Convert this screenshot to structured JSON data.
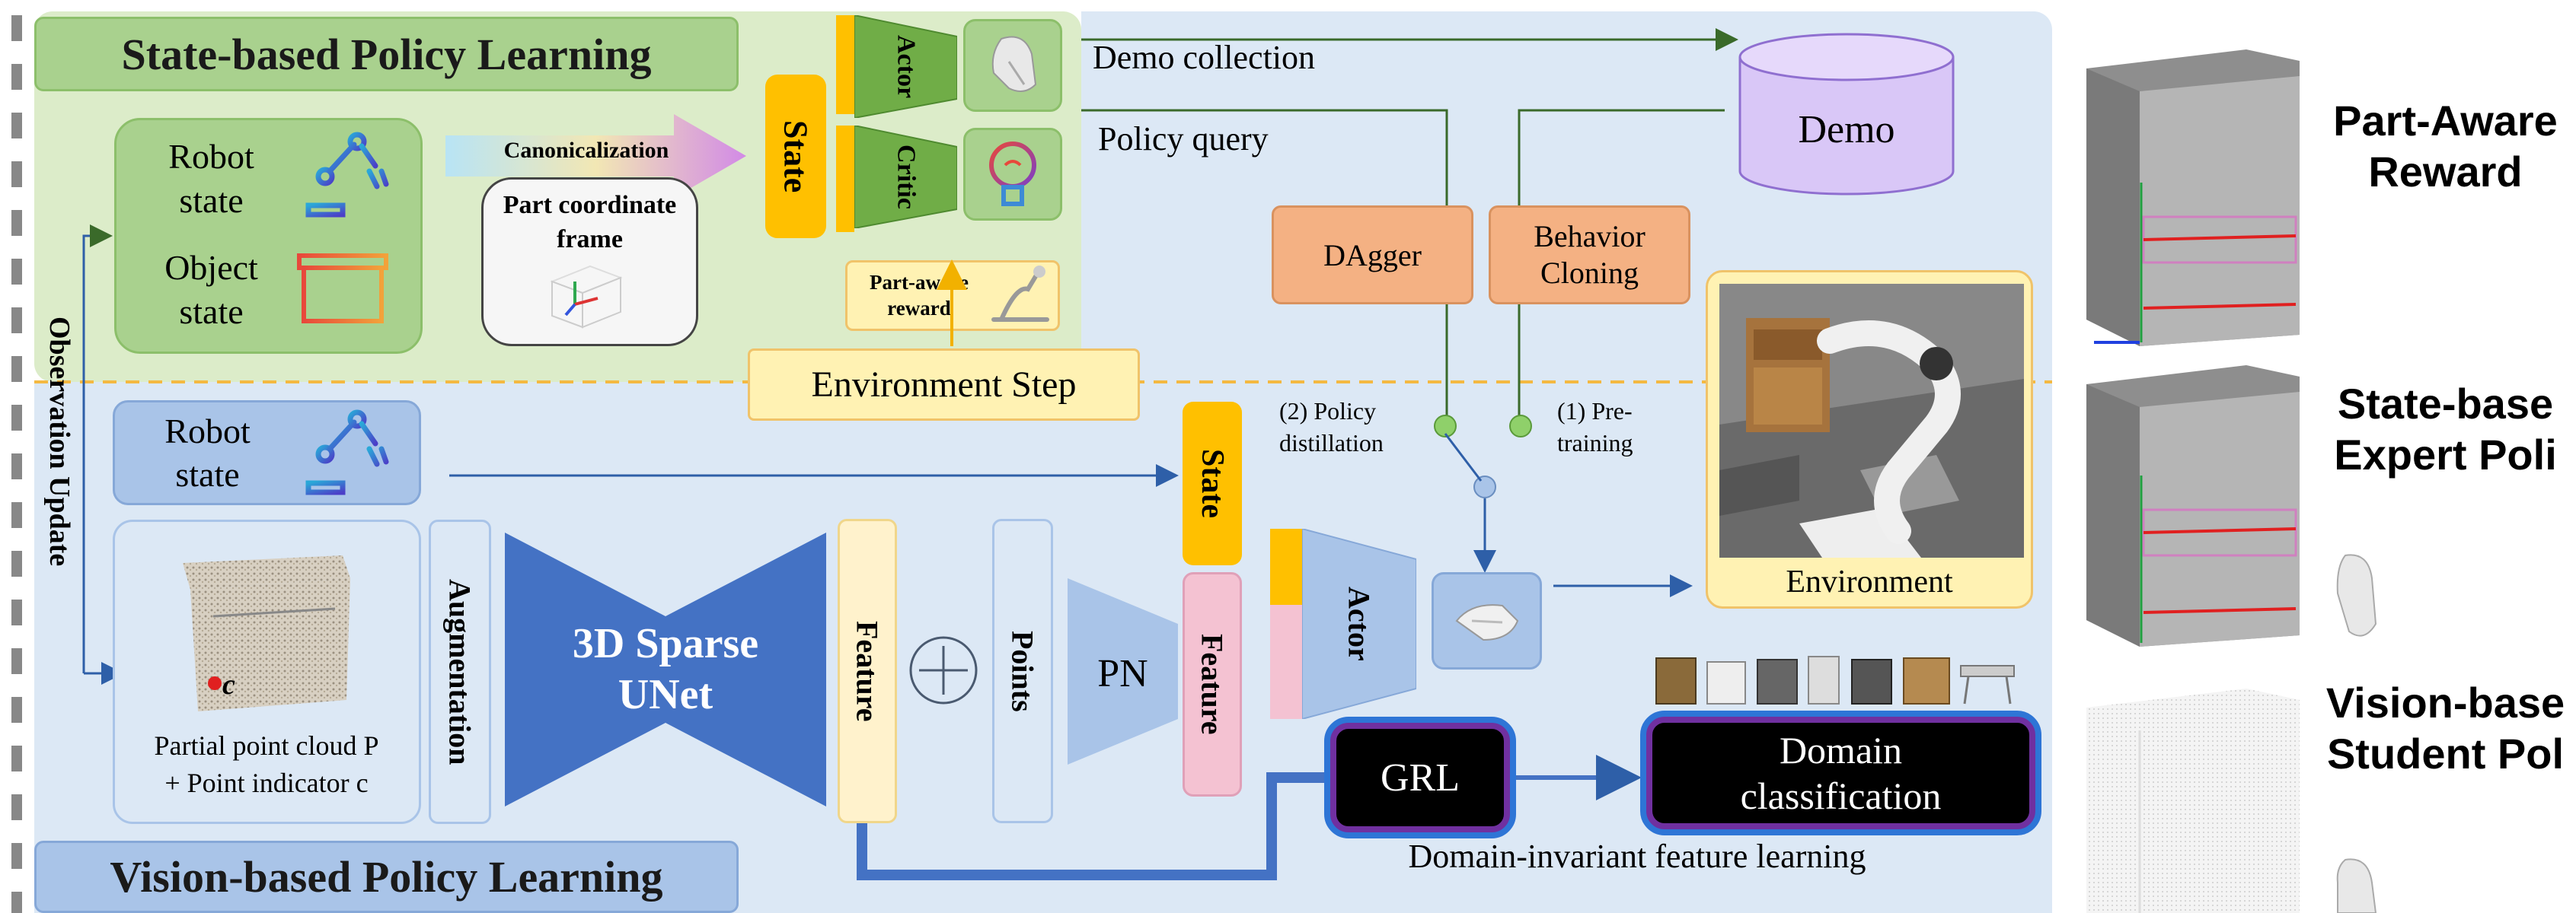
{
  "state_section": {
    "title": "State-based Policy Learning",
    "robot_state": "Robot\nstate",
    "object_state": "Object\nstate",
    "canonicalization": "Canonicalization",
    "part_coordinate_frame": "Part coordinate\nframe",
    "state_label": "State",
    "actor_label": "Actor",
    "critic_label": "Critic",
    "part_aware_reward": "Part-aware\nreward"
  },
  "environment_step": "Environment Step",
  "observation_update": "Observation Update",
  "demo": {
    "demo_collection": "Demo collection",
    "policy_query": "Policy query",
    "demo_label": "Demo",
    "dagger": "DAgger",
    "behavior_cloning": "Behavior\nCloning",
    "policy_distillation": "(2) Policy\ndistillation",
    "pretraining": "(1) Pre-\ntraining",
    "environment": "Environment"
  },
  "vision_section": {
    "title": "Vision-based Policy Learning",
    "robot_state": "Robot\nstate",
    "point_cloud_caption": "Partial point cloud P\n+ Point indicator c",
    "point_indicator": "c",
    "augmentation": "Augmentation",
    "unet": "3D Sparse\nUNet",
    "feature": "Feature",
    "plus": "+",
    "points": "Points",
    "pn": "PN",
    "feature2": "Feature",
    "state_label": "State",
    "actor_label": "Actor",
    "grl": "GRL",
    "domain_classification": "Domain\nclassification",
    "domain_invariant": "Domain-invariant feature learning"
  },
  "right_panel": {
    "part_aware": "Part-Aware\nReward",
    "state_based": "State-base\nExpert Poli",
    "vision_based": "Vision-base\nStudent Pol"
  },
  "colors": {
    "state_bg": "#dcecc9",
    "vision_bg": "#dce8f5",
    "title_green": "#a9d18e",
    "title_blue": "#a9c4e8",
    "unet_blue": "#4472c4",
    "orange": "#f4b183",
    "yellow": "#ffc000",
    "demo_purple": "#d9c7f7",
    "grl_border": "#7030a0"
  }
}
